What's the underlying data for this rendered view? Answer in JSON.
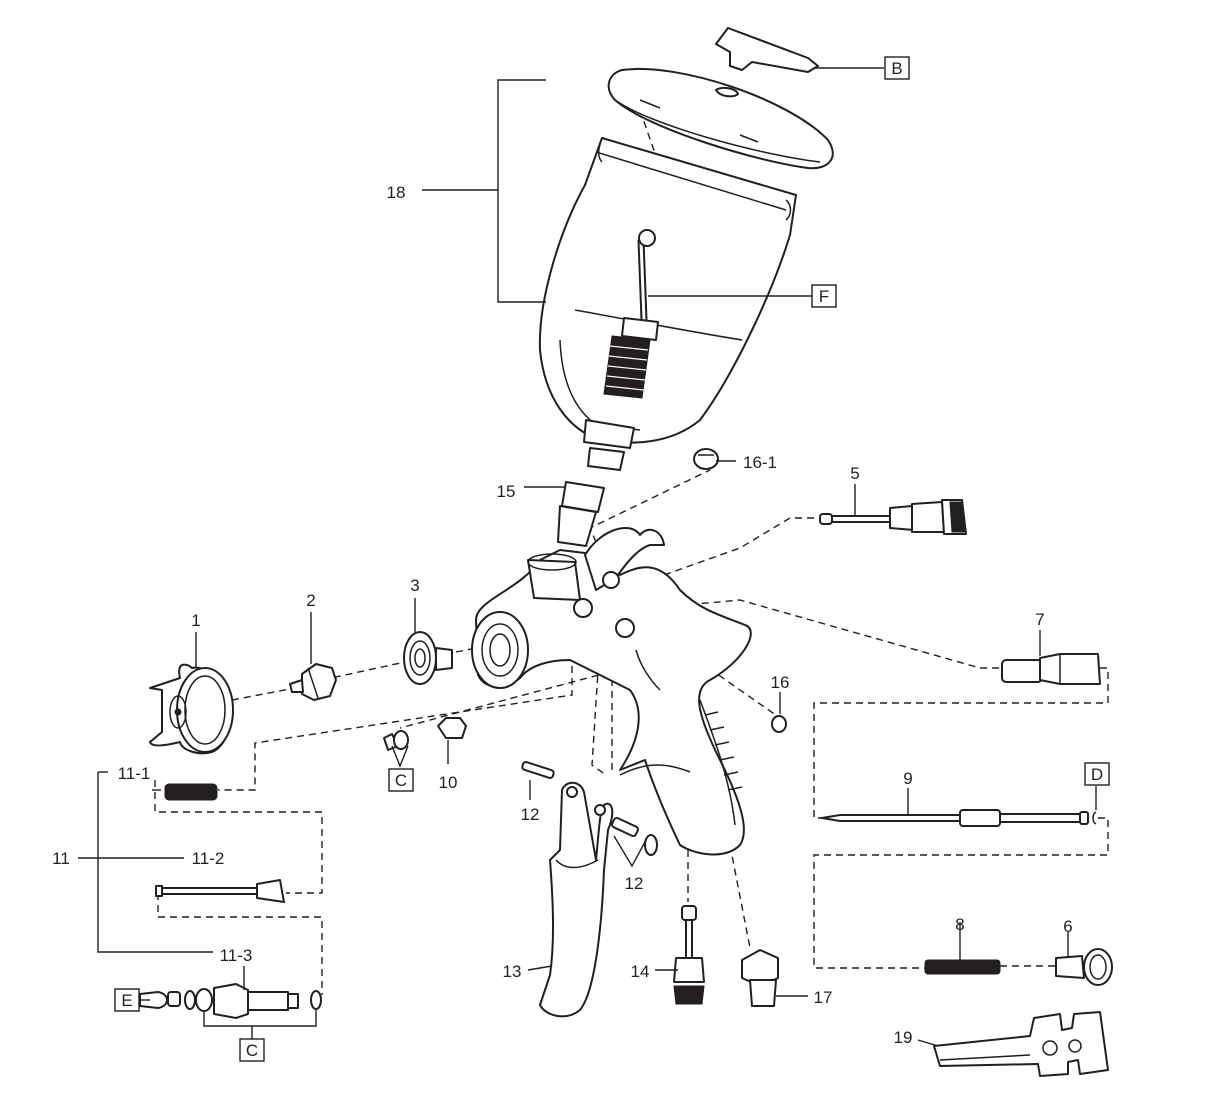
{
  "part_numbers": {
    "p1": "1",
    "p2": "2",
    "p3": "3",
    "p5": "5",
    "p6": "6",
    "p7": "7",
    "p8": "8",
    "p9": "9",
    "p10": "10",
    "p11": "11",
    "p11_1": "11-1",
    "p11_2": "11-2",
    "p11_3": "11-3",
    "p12a": "12",
    "p12b": "12",
    "p13": "13",
    "p14": "14",
    "p15": "15",
    "p16": "16",
    "p16_1": "16-1",
    "p17": "17",
    "p18": "18",
    "p19": "19"
  },
  "letter_callouts": {
    "b": "B",
    "c1": "C",
    "c2": "C",
    "d": "D",
    "e": "E",
    "f": "F"
  }
}
